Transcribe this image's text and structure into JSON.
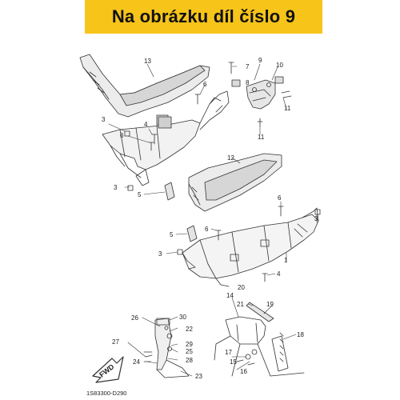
{
  "banner": {
    "text": "Na obrázku díl číslo 9"
  },
  "diagram_code": "1S83300-D290",
  "fwd_label": "FWD",
  "callouts": [
    "1",
    "3",
    "3",
    "3",
    "3",
    "4",
    "4",
    "5",
    "5",
    "6",
    "6",
    "6",
    "6",
    "7",
    "8",
    "9",
    "10",
    "11",
    "11",
    "12",
    "13",
    "14",
    "15",
    "16",
    "17",
    "18",
    "19",
    "20",
    "21",
    "22",
    "23",
    "24",
    "25",
    "26",
    "27",
    "28",
    "29",
    "30"
  ],
  "colors": {
    "banner": "#f7c41a",
    "line": "#333333",
    "panel": "#dcdcdc"
  }
}
